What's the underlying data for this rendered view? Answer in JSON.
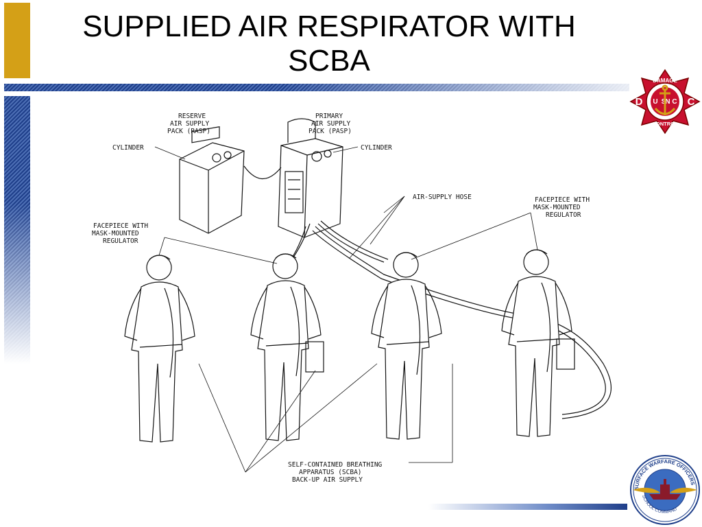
{
  "slide": {
    "title_line1": "SUPPLIED AIR RESPIRATOR WITH",
    "title_line2": "SCBA"
  },
  "diagram": {
    "reserve_pack": [
      "RESERVE",
      "AIR SUPPLY",
      "PACK (RASP)"
    ],
    "primary_pack": [
      "PRIMARY",
      "AIR SUPPLY",
      "PACK (PASP)"
    ],
    "cylinder_left": "CYLINDER",
    "cylinder_right": "CYLINDER",
    "air_supply_hose": "AIR-SUPPLY HOSE",
    "facepiece_left": [
      "FACEPIECE WITH",
      "MASK-MOUNTED",
      "REGULATOR"
    ],
    "facepiece_right": [
      "FACEPIECE WITH",
      "MASK-MOUNTED",
      "REGULATOR"
    ],
    "scba": [
      "SELF-CONTAINED BREATHING",
      "APPARATUS (SCBA)",
      "BACK-UP AIR SUPPLY"
    ]
  },
  "logos": {
    "damage_control": {
      "top": "DAMAGE",
      "letters": [
        "U",
        "S",
        "N",
        "C"
      ],
      "left": "D",
      "right": "C",
      "bottom": "CONTROL"
    },
    "swo": {
      "ring": "SURFACE WARFARE OFFICERS",
      "bottom": "SCHOOL COMMAND"
    }
  },
  "colors": {
    "accent_gold": "#d4a017",
    "rule_blue": "#1f3f8a",
    "logo_red": "#c8102e"
  }
}
